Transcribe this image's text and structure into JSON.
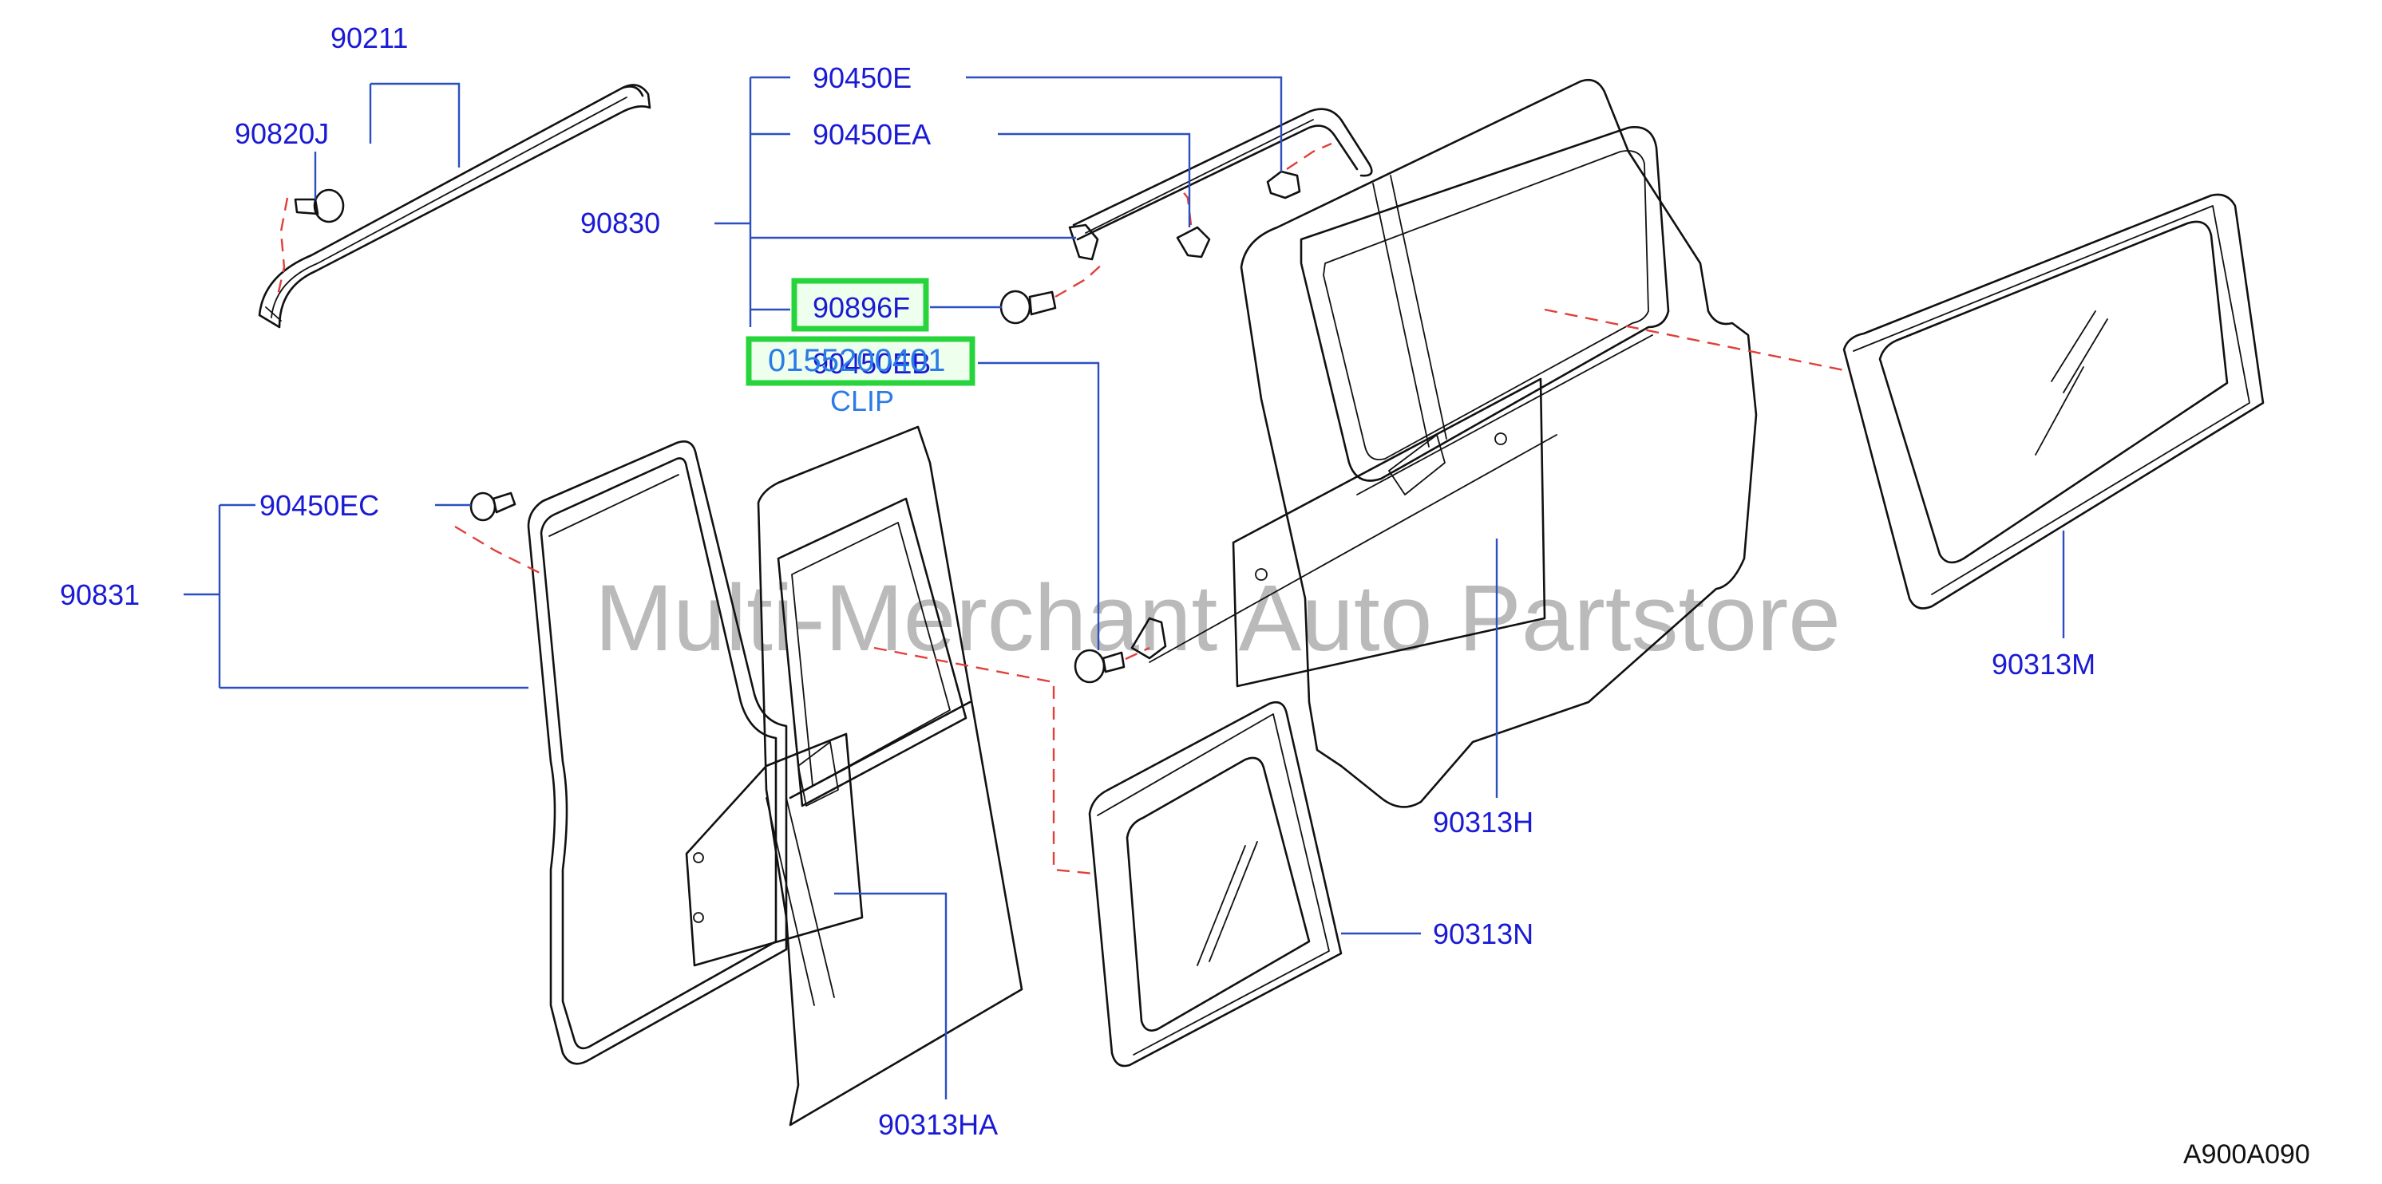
{
  "watermark": "Multi-Merchant Auto Partstore",
  "reference_code": "A900A090",
  "part_labels": {
    "p90211": "90211",
    "p90820J": "90820J",
    "p90830": "90830",
    "p90450E": "90450E",
    "p90450EA": "90450EA",
    "p90896F": "90896F",
    "p90450EB": "90450EB",
    "p90450EC": "90450EC",
    "p90831": "90831",
    "p90313M": "90313M",
    "p90313H": "90313H",
    "p90313N": "90313N",
    "p90313HA": "90313HA"
  },
  "highlight": {
    "part_number": "0155200401",
    "part_name": "CLIP",
    "color": "#27d43c"
  },
  "colors": {
    "label": "#1a1ad4",
    "leader": "#2b4fbf",
    "dashed_connector": "#e0403a",
    "drawing": "#111111"
  }
}
